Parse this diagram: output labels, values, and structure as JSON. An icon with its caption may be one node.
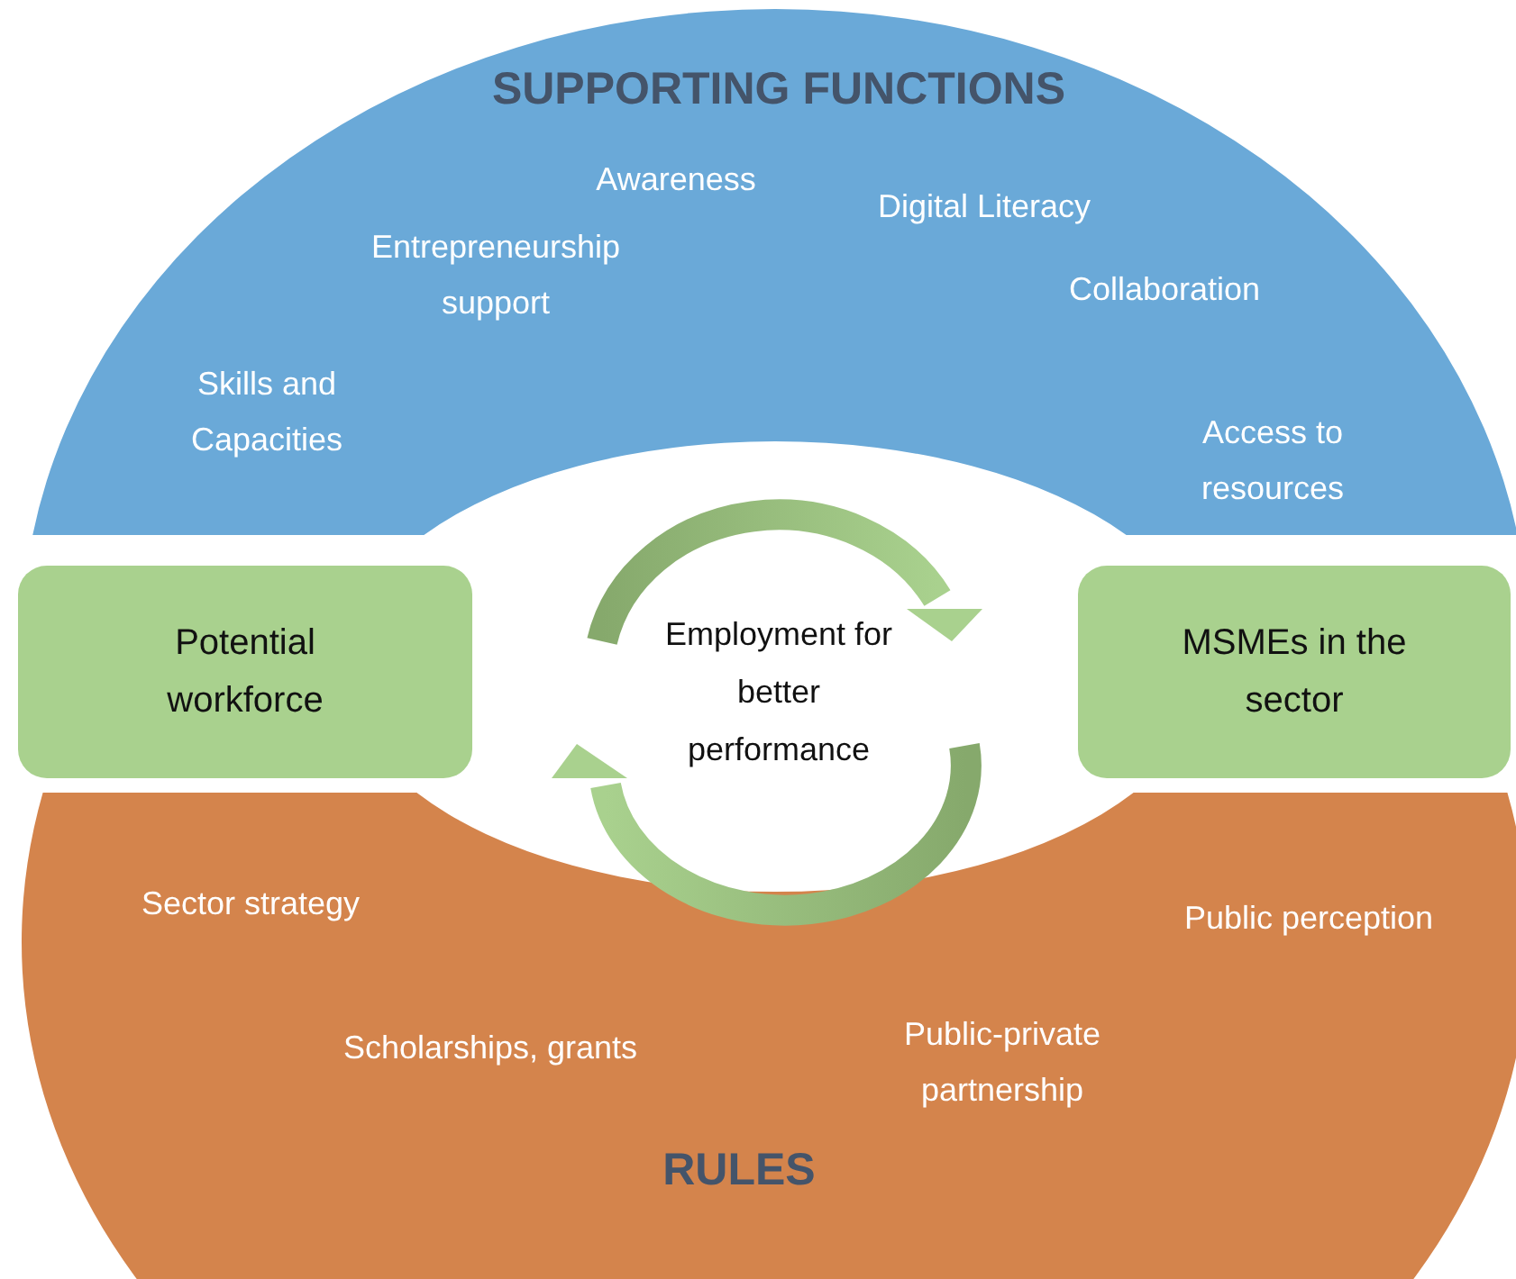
{
  "diagram": {
    "nodes": [
      {
        "text": [
          "SUPPORTING FUNCTIONS",
          "Awareness",
          "Digital Literacy",
          "Entrepreneurship support",
          "Collaboration",
          "Skills and Capacities",
          "Access to resources"
        ]
      },
      {
        "text": [
          "Potential workforce"
        ]
      },
      {
        "text": [
          "MSMEs in the sector"
        ]
      },
      {
        "text": [
          "Sector strategy",
          "Public perception",
          "Scholarships, grants",
          "Public-private partnership",
          "RULES"
        ]
      }
    ],
    "labels": [
      "Employment for better performance"
    ]
  }
}
